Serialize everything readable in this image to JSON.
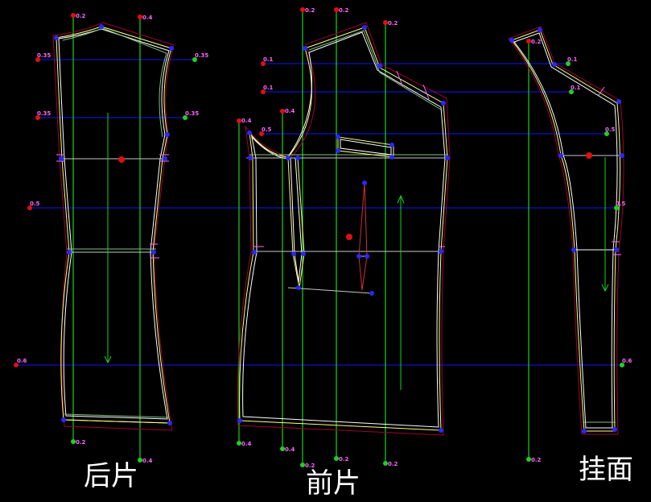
{
  "titles": {
    "back": "后片",
    "front": "前片",
    "facing": "挂面"
  },
  "labels": {
    "v_back_left_top": "0.2",
    "v_back_right_top": "0.4",
    "v_back_left_bottom": "0.2",
    "v_back_right_bottom": "0.4",
    "h_back_1_left": "0.35",
    "h_back_1_right": "0.35",
    "h_back_2_left": "0.35",
    "h_back_2_right": "0.35",
    "h_back_3_left": "0.5",
    "h_back_4_left": "0.6",
    "v_front_a_top": "0.2",
    "v_front_b_top": "0.2",
    "v_front_c_top": "0.2",
    "v_front_d_top": "0.4",
    "v_front_e_top": "0.4",
    "v_front_a_bottom": "0.2",
    "v_front_b_bottom": "0.2",
    "v_front_c_bottom": "0.2",
    "v_front_d_bottom": "0.4",
    "v_front_e_bottom": "0.4",
    "h_front_1": "0.1",
    "h_front_2": "0.1",
    "h_front_3": "0.5",
    "v_facing_top": "0.2",
    "v_facing_bottom": "0.2",
    "h_facing_1": "0.1",
    "h_facing_2": "0.1",
    "h_facing_3": "0.5",
    "h_facing_4": "0.5",
    "h_facing_5": "0.6"
  },
  "colors": {
    "background": "#000000",
    "guide_horizontal": "#0a14c8",
    "guide_vertical": "#19d219",
    "outline_white": "#ffffff",
    "outline_yellow": "#ffff80",
    "outline_green": "#7fbf7f",
    "outline_red": "#a00030",
    "grain": "#19d219",
    "point_blue": "#2828ff",
    "point_red": "#e01010",
    "point_green": "#20d020",
    "label": "#ff66ff"
  }
}
